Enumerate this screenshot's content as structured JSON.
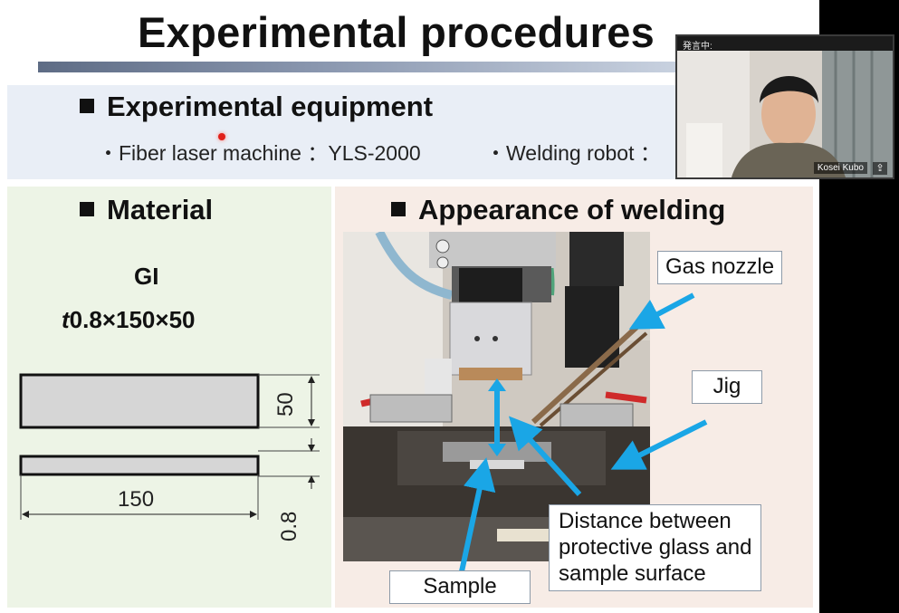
{
  "slide": {
    "title": "Experimental procedures",
    "equipment": {
      "heading": "Experimental equipment",
      "items": [
        "・Fiber laser machine ：YLS-2000",
        "・Welding robot ："
      ]
    },
    "material": {
      "heading": "Material",
      "name": "GI",
      "dims_prefix": "t",
      "dims_rest": "0.8×150×50",
      "label_width": "150",
      "label_height": "50",
      "label_thickness": "0.8"
    },
    "welding": {
      "heading": "Appearance of welding",
      "callouts": {
        "gas_nozzle": "Gas nozzle",
        "jig": "Jig",
        "distance_line1": "Distance between",
        "distance_line2": "protective glass and",
        "distance_line3": "sample surface",
        "sample": "Sample"
      }
    }
  },
  "video": {
    "status": "発言中:",
    "participant": "Kosei Kubo"
  },
  "colors": {
    "equipment_panel": "#e9eef6",
    "material_panel": "#edf4e6",
    "welding_panel": "#f7ece6",
    "arrow": "#1aa6e6"
  }
}
